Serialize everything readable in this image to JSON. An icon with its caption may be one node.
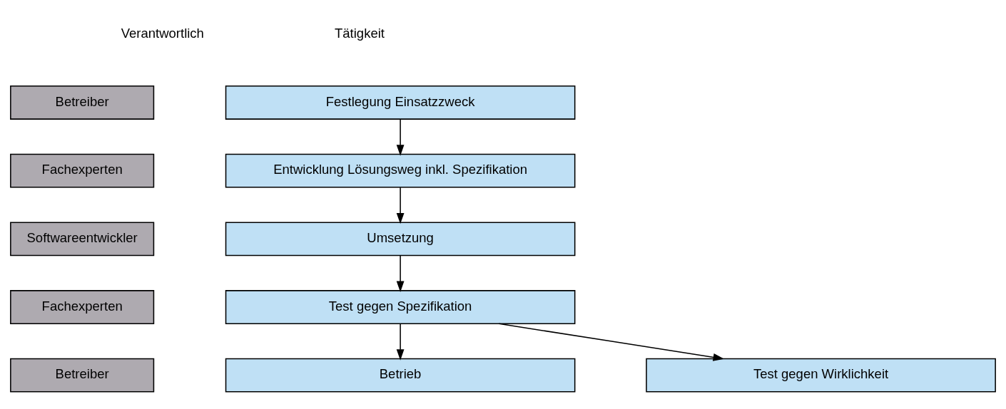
{
  "diagram": {
    "nodes": [
      {
        "text": [
          "Betreiber"
        ]
      },
      {
        "text": [
          "Festlegung Einsatzzweck"
        ]
      },
      {
        "text": [
          "Fachexperten"
        ]
      },
      {
        "text": [
          "Entwicklung Lösungsweg inkl. Spezifikation"
        ]
      },
      {
        "text": [
          "Softwareentwickler"
        ]
      },
      {
        "text": [
          "Umsetzung"
        ]
      },
      {
        "text": [
          "Fachexperten"
        ]
      },
      {
        "text": [
          "Test gegen Spezifikation"
        ]
      },
      {
        "text": [
          "Betreiber"
        ]
      },
      {
        "text": [
          "Betrieb"
        ]
      },
      {
        "text": [
          "Test gegen Wirklichkeit"
        ]
      }
    ],
    "edges": [
      {
        "from": 1,
        "to": 3,
        "arrow": "to"
      },
      {
        "from": 3,
        "to": 5,
        "arrow": "to"
      },
      {
        "from": 5,
        "to": 7,
        "arrow": "to"
      },
      {
        "from": 7,
        "to": 9,
        "arrow": "to"
      },
      {
        "from": 7,
        "to": 10,
        "arrow": "to"
      }
    ],
    "labels": [
      "Verantwortlich",
      "Tätigkeit"
    ]
  }
}
